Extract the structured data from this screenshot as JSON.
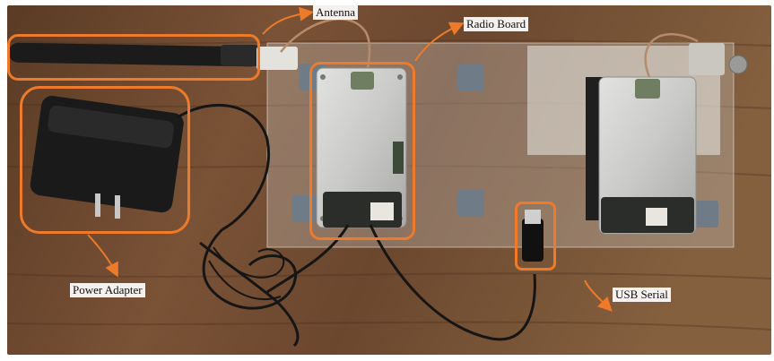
{
  "labels": {
    "antenna": "Antenna",
    "radio_board": "Radio Board",
    "power_adapter": "Power Adapter",
    "usb_serial": "USB Serial"
  },
  "colors": {
    "highlight": "#ee7a2a",
    "table": "#6b4a32"
  }
}
